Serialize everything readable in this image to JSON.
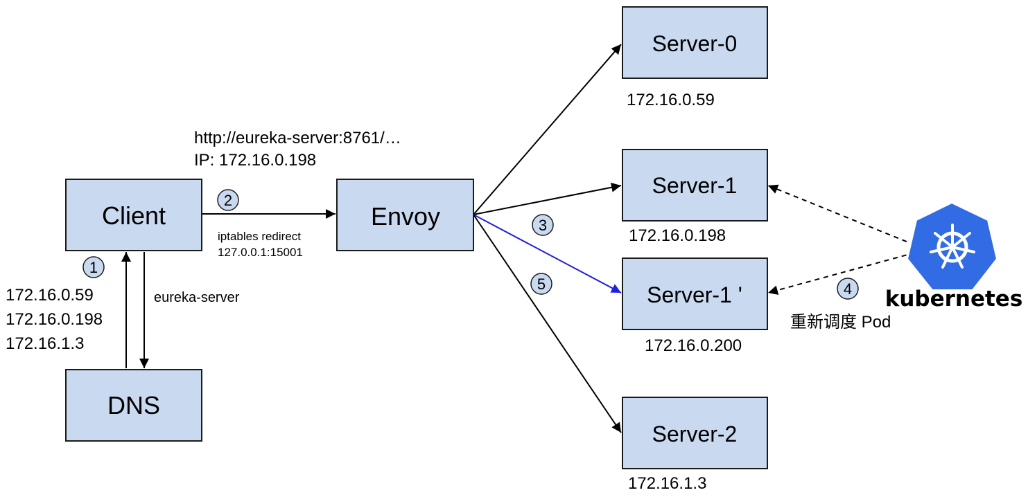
{
  "nodes": {
    "client": "Client",
    "envoy": "Envoy",
    "dns": "DNS",
    "server0": "Server-0",
    "server1": "Server-1",
    "server1p": "Server-1 '",
    "server2": "Server-2"
  },
  "labels": {
    "url": "http://eureka-server:8761/…",
    "ip": "IP: 172.16.0.198",
    "iptables": "iptables redirect",
    "loopback": "127.0.0.1:15001",
    "eureka": "eureka-server",
    "dns_results": [
      "172.16.0.59",
      "172.16.0.198",
      "172.16.1.3"
    ],
    "server0_ip": "172.16.0.59",
    "server1_ip": "172.16.0.198",
    "server1p_ip": "172.16.0.200",
    "server2_ip": "172.16.1.3",
    "reschedule": "重新调度 Pod"
  },
  "steps": [
    "1",
    "2",
    "3",
    "4",
    "5"
  ],
  "kubernetes": {
    "wordmark": "kubernetes",
    "icon": "kubernetes-helm-wheel-icon",
    "color": "#326ce5"
  },
  "colors": {
    "box_fill": "#c9daf0",
    "blue_edge": "#1f1fe6"
  }
}
